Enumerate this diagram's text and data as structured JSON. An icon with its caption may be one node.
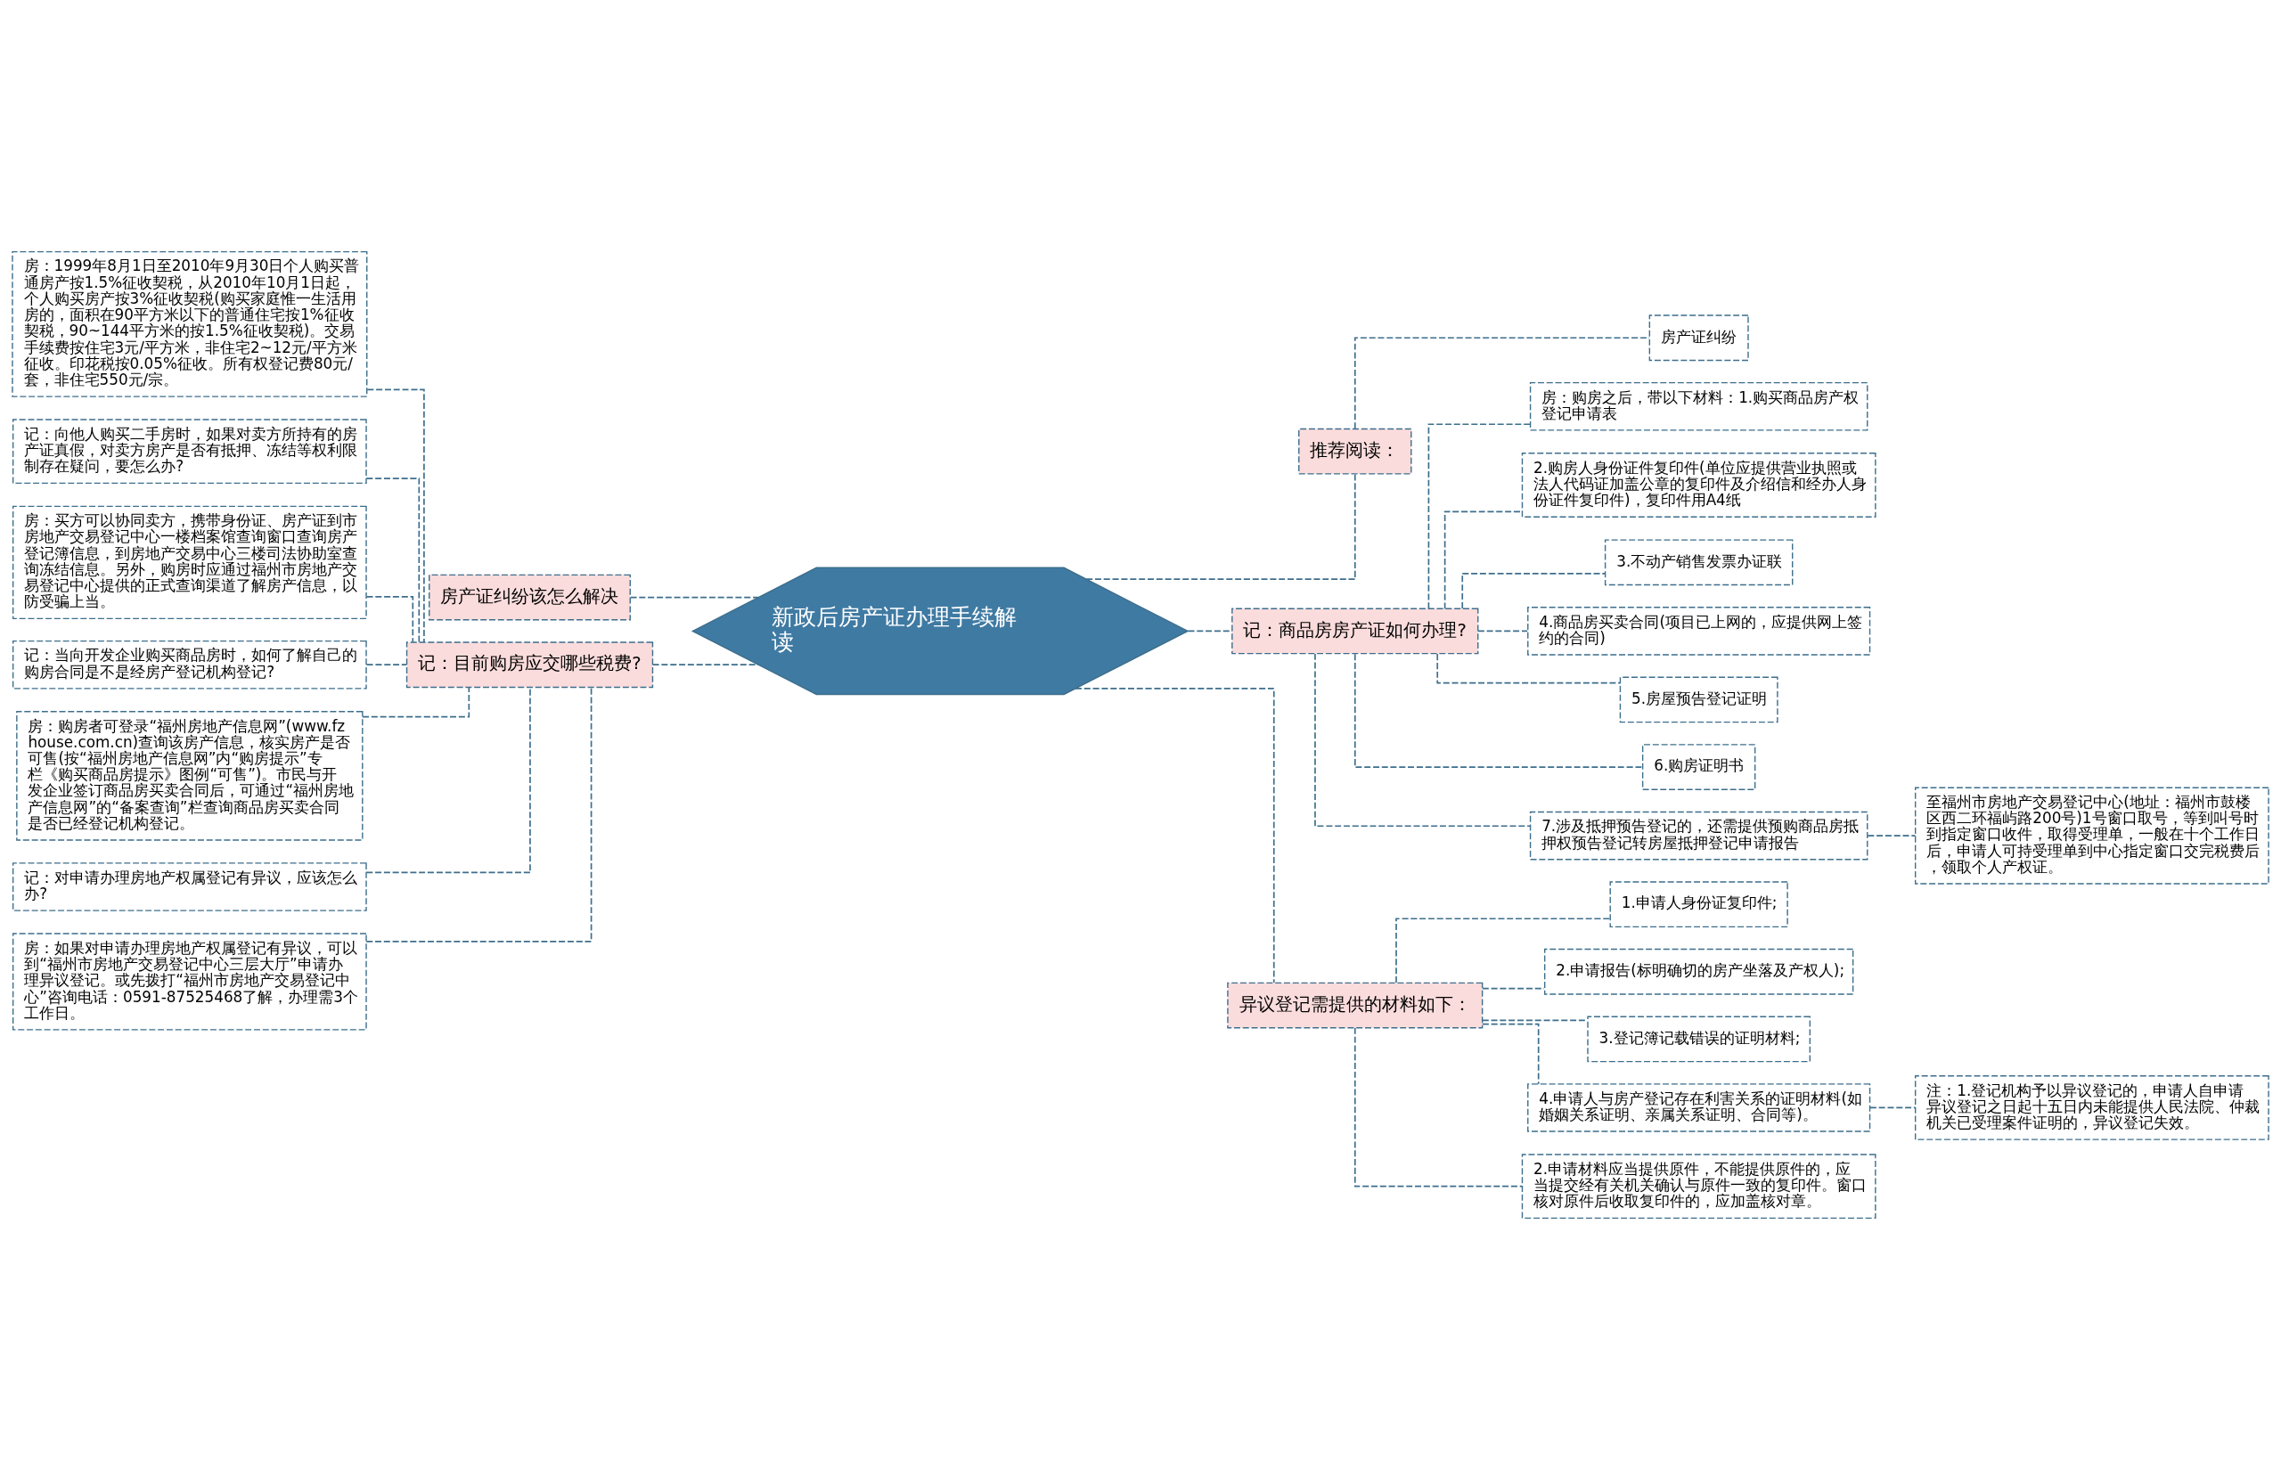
{
  "diagram": {
    "nodes": [
      {
        "text": [
          "新政后房产证办理手续解读"
        ]
      },
      {
        "text": [
          "房产证纠纷该怎么解决"
        ]
      },
      {
        "text": [
          "记：目前购房应交哪些税费?"
        ]
      },
      {
        "text": [
          "房：1999年8月1日至2010年9月30日个人购买普通房产按1.5%征收契税，从2010年10月1日起，个人购买房产按3%征收契税(购买家庭惟一生活用房的，面积在90平方米以下的普通住宅按1%征收契税，90~144平方米的按1.5%征收契税)。交易手续费按住宅3元/平方米，非住宅2~12元/平方米征收。印花税按0.05%征收。所有权登记费80元/套，非住宅550元/宗。"
        ]
      },
      {
        "text": [
          "记：向他人购买二手房时，如果对卖方所持有的房产证真假，对卖方房产是否有抵押、冻结等权利限制存在疑问，要怎么办?"
        ]
      },
      {
        "text": [
          "房：买方可以协同卖方，携带身份证、房产证到市房地产交易登记中心一楼档案馆查询窗口查询房产登记簿信息，到房地产交易中心三楼司法协助室查询冻结信息。另外，购房时应通过福州市房地产交易登记中心提供的正式查询渠道了解房产信息，以防受骗上当。"
        ]
      },
      {
        "text": [
          "记：当向开发企业购买商品房时，如何了解自己的购房合同是不是经房产登记机构登记?"
        ]
      },
      {
        "text": [
          "房：购房者可登录“福州房地产信息网”(www.fzhouse.com.cn)查询该房产信息，核实房产是否可售(按“福州房地产信息网”内“购房提示”专栏《购买商品房提示》图例“可售”)。市民与开发企业签订商品房买卖合同后，可通过“福州房地产信息网”的“备案查询”栏查询商品房买卖合同是否已经登记机构登记。"
        ]
      },
      {
        "text": [
          "记：对申请办理房地产权属登记有异议，应该怎么办?"
        ]
      },
      {
        "text": [
          "房：如果对申请办理房地产权属登记有异议，可以到“福州市房地产交易登记中心三层大厅”申请办理异议登记。或先拨打“福州市房地产交易登记中心”咨询电话：0591-87525468了解，办理需3个工作日。"
        ]
      },
      {
        "text": [
          "推荐阅读："
        ]
      },
      {
        "text": [
          "房产证纠纷"
        ]
      },
      {
        "text": [
          "记：商品房房产证如何办理?"
        ]
      },
      {
        "text": [
          "房：购房之后，带以下材料：1.购买商品房产权登记申请表"
        ]
      },
      {
        "text": [
          "2.购房人身份证件复印件(单位应提供营业执照或法人代码证加盖公章的复印件及介绍信和经办人身份证件复印件)，复印件用A4纸"
        ]
      },
      {
        "text": [
          "3.不动产销售发票办证联"
        ]
      },
      {
        "text": [
          "4.商品房买卖合同(项目已上网的，应提供网上签约的合同)"
        ]
      },
      {
        "text": [
          "5.房屋预告登记证明"
        ]
      },
      {
        "text": [
          "6.购房证明书"
        ]
      },
      {
        "text": [
          "7.涉及抵押预告登记的，还需提供预购商品房抵押权预告登记转房屋抵押登记申请报告"
        ]
      },
      {
        "text": [
          "至福州市房地产交易登记中心(地址：福州市鼓楼区西二环福屿路200号)1号窗口取号，等到叫号时到指定窗口收件，取得受理单，一般在十个工作日后，申请人可持受理单到中心指定窗口交完税费后，领取个人产权证。"
        ]
      },
      {
        "text": [
          "异议登记需提供的材料如下："
        ]
      },
      {
        "text": [
          "1.申请人身份证复印件;"
        ]
      },
      {
        "text": [
          "2.申请报告(标明确切的房产坐落及产权人);"
        ]
      },
      {
        "text": [
          "3.登记簿记载错误的证明材料;"
        ]
      },
      {
        "text": [
          "4.申请人与房产登记存在利害关系的证明材料(如婚姻关系证明、亲属关系证明、合同等)。"
        ]
      },
      {
        "text": [
          "2.申请材料应当提供原件，不能提供原件的，应当提交经有关机关确认与原件一致的复印件。窗口核对原件后收取复印件的，应加盖核对章。"
        ]
      },
      {
        "text": [
          "注：1.登记机构予以异议登记的，申请人自申请异议登记之日起十五日内未能提供人民法院、仲裁机关已受理案件证明的，异议登记失效。"
        ]
      }
    ],
    "edges": [
      {
        "from": 0,
        "to": 1,
        "arrow": "none",
        "style": "dashed"
      },
      {
        "from": 0,
        "to": 2,
        "arrow": "none",
        "style": "dashed"
      },
      {
        "from": 2,
        "to": 3,
        "arrow": "none",
        "style": "dashed"
      },
      {
        "from": 2,
        "to": 4,
        "arrow": "none",
        "style": "dashed"
      },
      {
        "from": 2,
        "to": 5,
        "arrow": "none",
        "style": "dashed"
      },
      {
        "from": 2,
        "to": 6,
        "arrow": "none",
        "style": "dashed"
      },
      {
        "from": 2,
        "to": 7,
        "arrow": "none",
        "style": "dashed"
      },
      {
        "from": 2,
        "to": 8,
        "arrow": "none",
        "style": "dashed"
      },
      {
        "from": 2,
        "to": 9,
        "arrow": "none",
        "style": "dashed"
      },
      {
        "from": 0,
        "to": 10,
        "arrow": "none",
        "style": "dashed"
      },
      {
        "from": 10,
        "to": 11,
        "arrow": "none",
        "style": "dashed"
      },
      {
        "from": 0,
        "to": 12,
        "arrow": "none",
        "style": "dashed"
      },
      {
        "from": 12,
        "to": 13,
        "arrow": "none",
        "style": "dashed"
      },
      {
        "from": 12,
        "to": 14,
        "arrow": "none",
        "style": "dashed"
      },
      {
        "from": 12,
        "to": 15,
        "arrow": "none",
        "style": "dashed"
      },
      {
        "from": 12,
        "to": 16,
        "arrow": "none",
        "style": "dashed"
      },
      {
        "from": 12,
        "to": 17,
        "arrow": "none",
        "style": "dashed"
      },
      {
        "from": 12,
        "to": 18,
        "arrow": "none",
        "style": "dashed"
      },
      {
        "from": 12,
        "to": 19,
        "arrow": "none",
        "style": "dashed"
      },
      {
        "from": 19,
        "to": 20,
        "arrow": "none",
        "style": "dashed"
      },
      {
        "from": 0,
        "to": 21,
        "arrow": "none",
        "style": "dashed"
      },
      {
        "from": 21,
        "to": 22,
        "arrow": "none",
        "style": "dashed"
      },
      {
        "from": 21,
        "to": 23,
        "arrow": "none",
        "style": "dashed"
      },
      {
        "from": 21,
        "to": 24,
        "arrow": "none",
        "style": "dashed"
      },
      {
        "from": 21,
        "to": 25,
        "arrow": "none",
        "style": "dashed"
      },
      {
        "from": 21,
        "to": 26,
        "arrow": "none",
        "style": "dashed"
      },
      {
        "from": 25,
        "to": 27,
        "arrow": "none",
        "style": "dashed"
      }
    ]
  }
}
